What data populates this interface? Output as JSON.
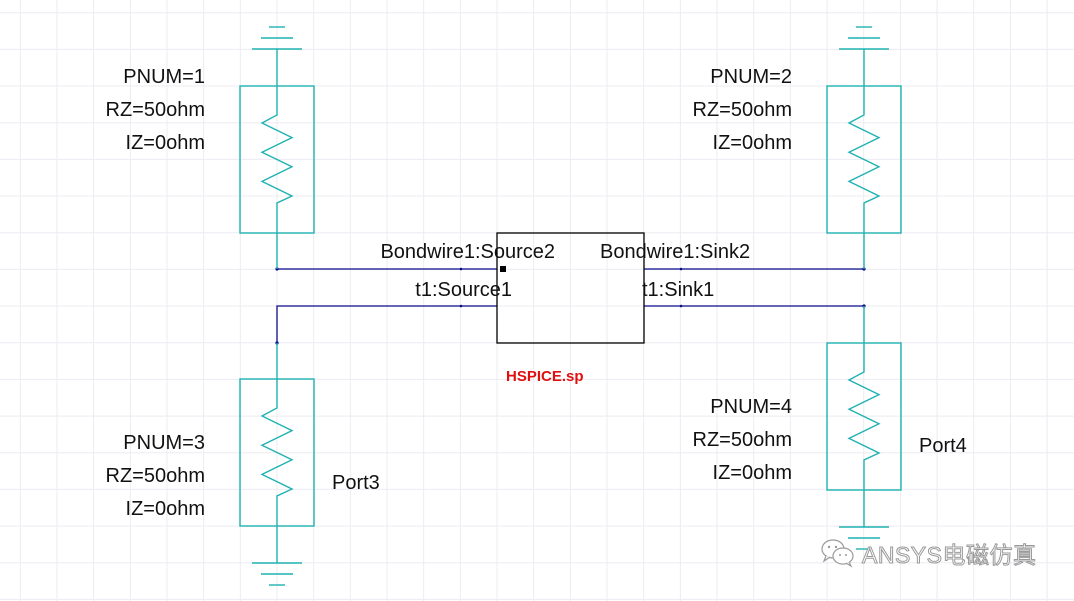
{
  "colors": {
    "component": "#20b2b2",
    "wire": "#0a0a8c",
    "grid": "#ececf2",
    "title": "#e01010",
    "text": "#111111",
    "block": "#000000"
  },
  "block": {
    "name": "HSPICE.sp",
    "pins": {
      "source2": "Bondwire1:Source2",
      "source1": "t1:Source1",
      "sink2": "Bondwire1:Sink2",
      "sink1": "t1:Sink1"
    }
  },
  "ports": [
    {
      "id": "port1",
      "pnum": "PNUM=1",
      "rz": "RZ=50ohm",
      "iz": "IZ=0ohm",
      "name": ""
    },
    {
      "id": "port2",
      "pnum": "PNUM=2",
      "rz": "RZ=50ohm",
      "iz": "IZ=0ohm",
      "name": ""
    },
    {
      "id": "port3",
      "pnum": "PNUM=3",
      "rz": "RZ=50ohm",
      "iz": "IZ=0ohm",
      "name": "Port3"
    },
    {
      "id": "port4",
      "pnum": "PNUM=4",
      "rz": "RZ=50ohm",
      "iz": "IZ=0ohm",
      "name": "Port4"
    }
  ],
  "watermark": {
    "icon": "wechat-icon",
    "text": "ANSYS电磁仿真"
  }
}
